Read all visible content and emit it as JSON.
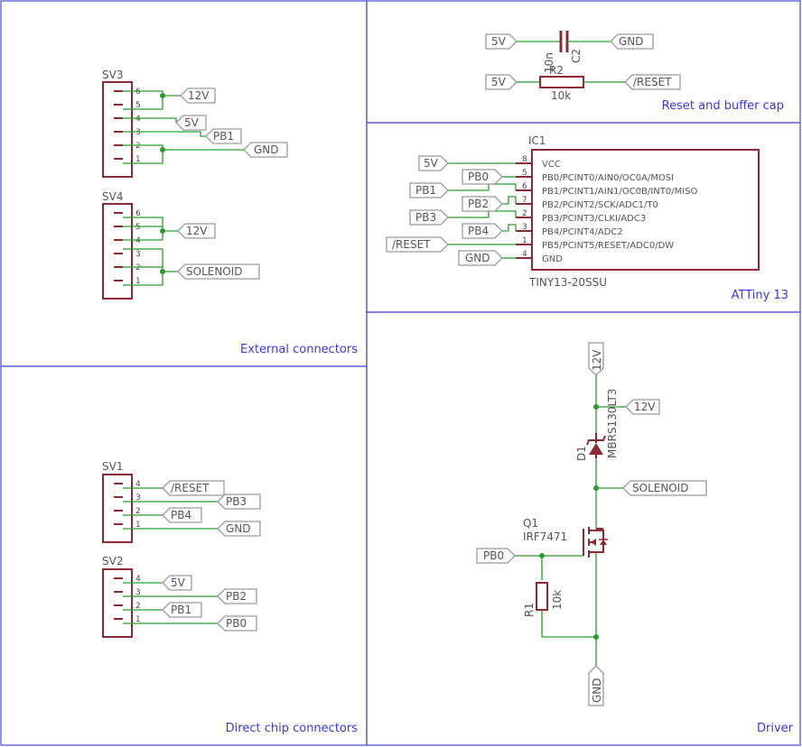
{
  "sections": {
    "external": "External connectors",
    "direct": "Direct chip connectors",
    "reset": "Reset and buffer cap",
    "attiny": "ATTiny 13",
    "driver": "Driver"
  },
  "sv3": {
    "name": "SV3",
    "pins": [
      "6",
      "5",
      "4",
      "3",
      "2",
      "1"
    ],
    "labels": {
      "p12v": "12V",
      "p5v": "5V",
      "pb1": "PB1",
      "gnd": "GND"
    }
  },
  "sv4": {
    "name": "SV4",
    "pins": [
      "6",
      "5",
      "4",
      "3",
      "2",
      "1"
    ],
    "labels": {
      "p12v": "12V",
      "solenoid": "SOLENOID"
    }
  },
  "sv1": {
    "name": "SV1",
    "pins": [
      "4",
      "3",
      "2",
      "1"
    ],
    "labels": {
      "reset": "/RESET",
      "pb3": "PB3",
      "pb4": "PB4",
      "gnd": "GND"
    }
  },
  "sv2": {
    "name": "SV2",
    "pins": [
      "4",
      "3",
      "2",
      "1"
    ],
    "labels": {
      "p5v": "5V",
      "pb2": "PB2",
      "pb1": "PB1",
      "pb0": "PB0"
    }
  },
  "c2": {
    "name": "C2",
    "value": "10n",
    "left": "5V",
    "right": "GND"
  },
  "r2": {
    "name": "R2",
    "value": "10k",
    "left": "5V",
    "right": "/RESET"
  },
  "ic1": {
    "name": "IC1",
    "part": "TINY13-20SSU",
    "pins": [
      {
        "num": "8",
        "fn": "VCC",
        "net": "5V"
      },
      {
        "num": "5",
        "fn": "PB0/PCINT0/AIN0/OC0A/MOSI",
        "net": "PB0"
      },
      {
        "num": "6",
        "fn": "PB1/PCINT1/AIN1/OC0B/INT0/MISO",
        "net": "PB1"
      },
      {
        "num": "7",
        "fn": "PB2/PCINT2/SCK/ADC1/T0",
        "net": "PB2"
      },
      {
        "num": "2",
        "fn": "PB3/PCINT3/CLKI/ADC3",
        "net": "PB3"
      },
      {
        "num": "3",
        "fn": "PB4/PCINT4/ADC2",
        "net": "PB4"
      },
      {
        "num": "1",
        "fn": "PB5/PCINT5/RESET/ADC0/DW",
        "net": "/RESET"
      },
      {
        "num": "4",
        "fn": "GND",
        "net": "GND"
      }
    ]
  },
  "driver": {
    "top": "12V",
    "p12v": "12V",
    "d1": {
      "name": "D1",
      "part": "MBRS130LT3"
    },
    "solenoid": "SOLENOID",
    "q1": {
      "name": "Q1",
      "part": "IRF7471"
    },
    "gate": "PB0",
    "r1": {
      "name": "R1",
      "value": "10k"
    },
    "gnd": "GND"
  }
}
